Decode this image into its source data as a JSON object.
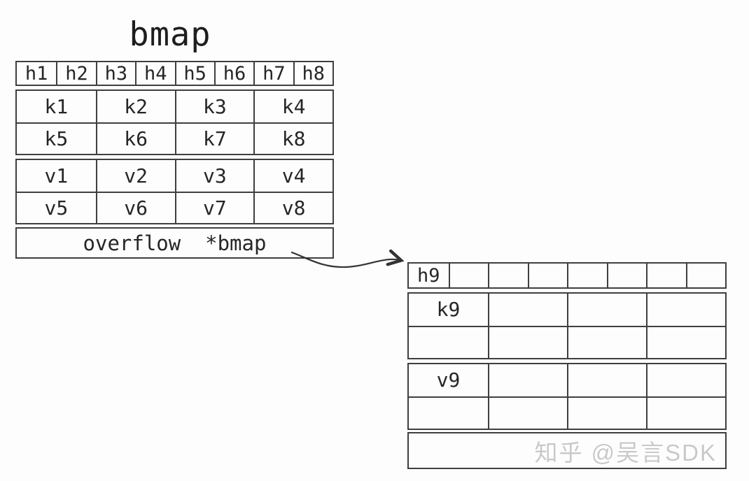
{
  "title": "bmap",
  "colors": {
    "line": "#3f3f3f",
    "text": "#262626",
    "watermark": "#c9c9c9",
    "background": "#fdfdfd"
  },
  "left_table": {
    "header_cells": [
      "h1",
      "h2",
      "h3",
      "h4",
      "h5",
      "h6",
      "h7",
      "h8"
    ],
    "key_rows": [
      [
        "k1",
        "k2",
        "k3",
        "k4"
      ],
      [
        "k5",
        "k6",
        "k7",
        "k8"
      ]
    ],
    "value_rows": [
      [
        "v1",
        "v2",
        "v3",
        "v4"
      ],
      [
        "v5",
        "v6",
        "v7",
        "v8"
      ]
    ],
    "overflow_label": "overflow  *bmap"
  },
  "right_table": {
    "header_cells": [
      "h9",
      "",
      "",
      "",
      "",
      "",
      "",
      ""
    ],
    "key_rows": [
      [
        "k9",
        "",
        "",
        ""
      ],
      [
        "",
        "",
        "",
        ""
      ]
    ],
    "value_rows": [
      [
        "v9",
        "",
        "",
        ""
      ],
      [
        "",
        "",
        "",
        ""
      ]
    ],
    "overflow_label": ""
  },
  "watermark": "知乎 @吴言SDK"
}
